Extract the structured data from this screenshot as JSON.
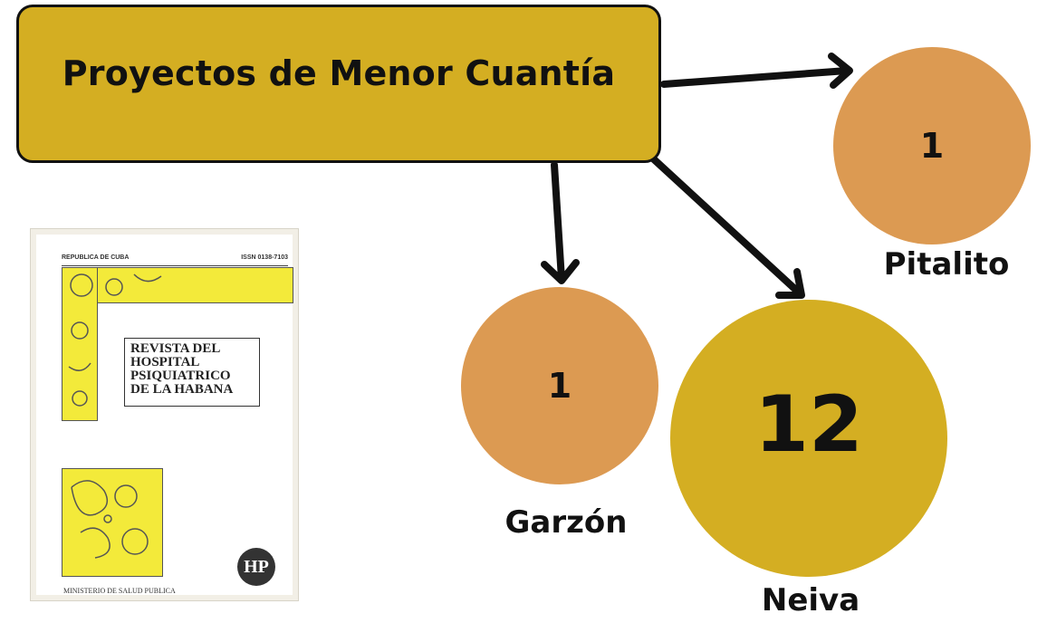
{
  "colors": {
    "main_box": "#d4ae22",
    "circle_small": "#dc9a52",
    "circle_large": "#d4ae22",
    "ink": "#111111"
  },
  "main_box": {
    "title": "Proyectos de Menor Cuantía"
  },
  "nodes": [
    {
      "id": "pitalito",
      "value": "1",
      "label": "Pitalito",
      "color": "#dc9a52"
    },
    {
      "id": "garzon",
      "value": "1",
      "label": "Garzón",
      "color": "#dc9a52"
    },
    {
      "id": "neiva",
      "value": "12",
      "label": "Neiva",
      "color": "#d4ae22"
    }
  ],
  "cover": {
    "top_left": "REPUBLICA DE CUBA",
    "top_right": "ISSN 0138-7103",
    "title_lines": [
      "REVISTA DEL",
      "HOSPITAL",
      "PSIQUIATRICO",
      "DE LA HABANA"
    ],
    "logo": "HPH-logo",
    "bottom": "MINISTERIO DE SALUD PUBLICA"
  }
}
